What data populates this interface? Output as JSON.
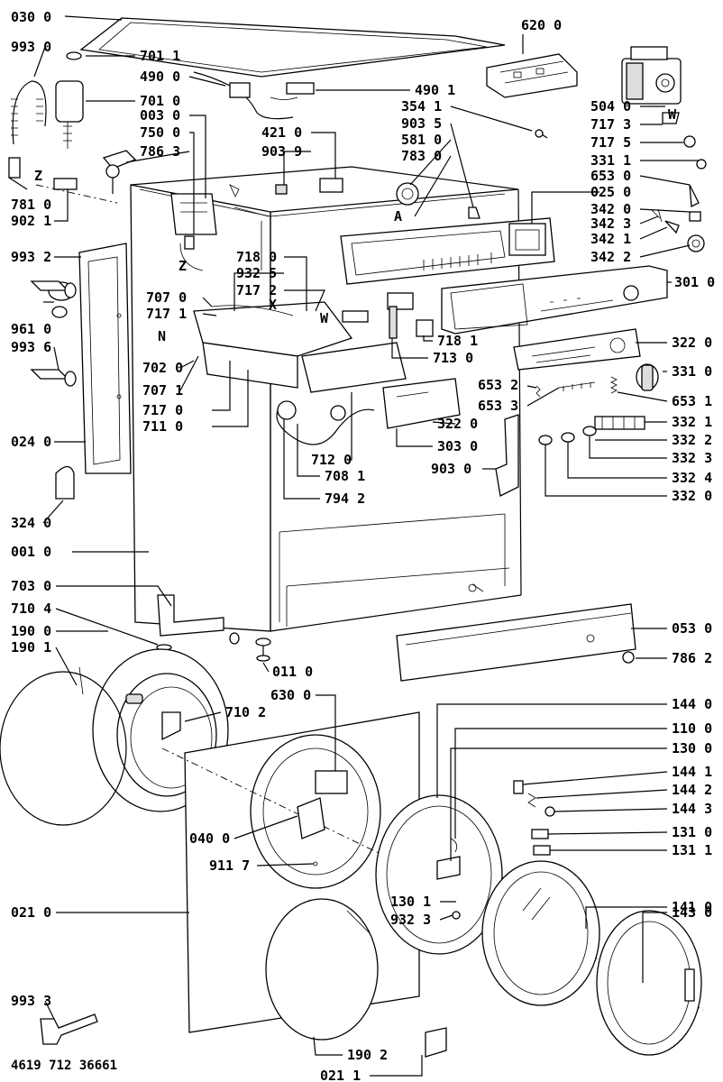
{
  "document_id": "4619 712 36661",
  "labels": [
    {
      "code": "030 0"
    },
    {
      "code": "993 0"
    },
    {
      "code": "701 1"
    },
    {
      "code": "701 0"
    },
    {
      "code": "490 0"
    },
    {
      "code": "490 1"
    },
    {
      "code": "003 0"
    },
    {
      "code": "750 0"
    },
    {
      "code": "786 3"
    },
    {
      "code": "421 0"
    },
    {
      "code": "903 9"
    },
    {
      "code": "354 1"
    },
    {
      "code": "903 5"
    },
    {
      "code": "581 0"
    },
    {
      "code": "783 0"
    },
    {
      "code": "620 0"
    },
    {
      "code": "504 0"
    },
    {
      "code": "717 3"
    },
    {
      "code": "717 5"
    },
    {
      "code": "331 1"
    },
    {
      "code": "653 0"
    },
    {
      "code": "025 0"
    },
    {
      "code": "342 0"
    },
    {
      "code": "342 3"
    },
    {
      "code": "342 1"
    },
    {
      "code": "342 2"
    },
    {
      "code": "781 0"
    },
    {
      "code": "902 1"
    },
    {
      "code": "993 2"
    },
    {
      "code": "961 0"
    },
    {
      "code": "993 6"
    },
    {
      "code": "024 0"
    },
    {
      "code": "324 0"
    },
    {
      "code": "001 0"
    },
    {
      "code": "718 0"
    },
    {
      "code": "932 5"
    },
    {
      "code": "717 2"
    },
    {
      "code": "707 0"
    },
    {
      "code": "717 1"
    },
    {
      "code": "702 0"
    },
    {
      "code": "707 1"
    },
    {
      "code": "717 0"
    },
    {
      "code": "711 0"
    },
    {
      "code": "712 0"
    },
    {
      "code": "708 1"
    },
    {
      "code": "794 2"
    },
    {
      "code": "718 1"
    },
    {
      "code": "713 0"
    },
    {
      "code": "301 0"
    },
    {
      "code": "322 0"
    },
    {
      "code": "331 0"
    },
    {
      "code": "653 2"
    },
    {
      "code": "653 1"
    },
    {
      "code": "653 3"
    },
    {
      "code": "322 0"
    },
    {
      "code": "303 0"
    },
    {
      "code": "332 1"
    },
    {
      "code": "332 2"
    },
    {
      "code": "332 3"
    },
    {
      "code": "332 4"
    },
    {
      "code": "903 0"
    },
    {
      "code": "332 0"
    },
    {
      "code": "703 0"
    },
    {
      "code": "710 4"
    },
    {
      "code": "190 0"
    },
    {
      "code": "190 1"
    },
    {
      "code": "011 0"
    },
    {
      "code": "053 0"
    },
    {
      "code": "786 2"
    },
    {
      "code": "630 0"
    },
    {
      "code": "710 2"
    },
    {
      "code": "144 0"
    },
    {
      "code": "110 0"
    },
    {
      "code": "130 0"
    },
    {
      "code": "144 1"
    },
    {
      "code": "144 2"
    },
    {
      "code": "144 3"
    },
    {
      "code": "131 0"
    },
    {
      "code": "131 1"
    },
    {
      "code": "040 0"
    },
    {
      "code": "911 7"
    },
    {
      "code": "021 0"
    },
    {
      "code": "130 1"
    },
    {
      "code": "932 3"
    },
    {
      "code": "141 0"
    },
    {
      "code": "143 0"
    },
    {
      "code": "993 3"
    },
    {
      "code": "190 2"
    },
    {
      "code": "021 1"
    }
  ],
  "markers": [
    {
      "letter": "Z"
    },
    {
      "letter": "Z"
    },
    {
      "letter": "A"
    },
    {
      "letter": "W"
    },
    {
      "letter": "X"
    },
    {
      "letter": "N"
    },
    {
      "letter": "W"
    }
  ]
}
